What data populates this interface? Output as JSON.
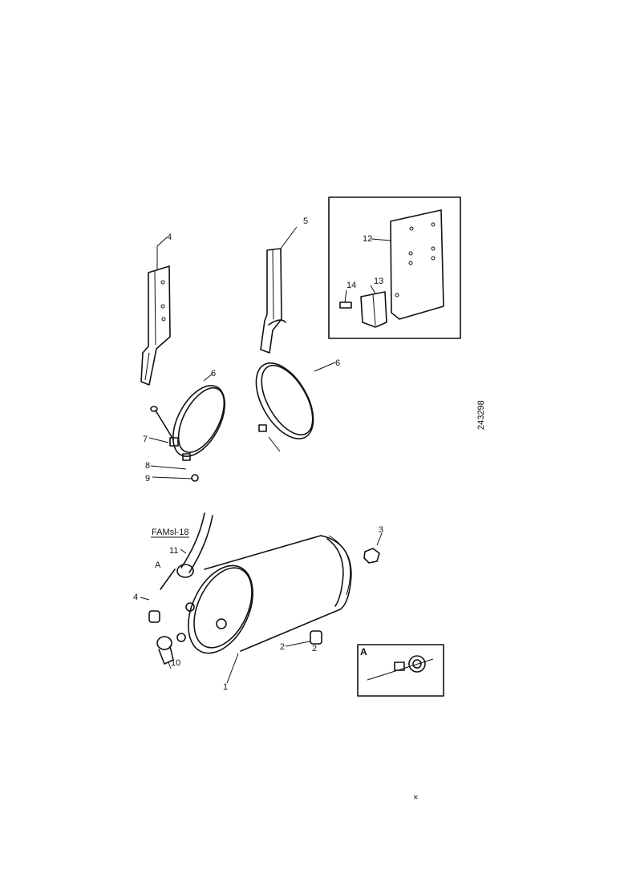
{
  "diagram": {
    "callouts": {
      "c1": "1",
      "c2": "2",
      "c3": "3",
      "c4": "4",
      "c5": "5",
      "c6a": "6",
      "c6b": "6",
      "c7": "7",
      "c8": "8",
      "c9": "9",
      "c10": "10",
      "c11": "11",
      "c12": "12",
      "c13": "13",
      "c14": "14",
      "c2b": "2",
      "c4b": "4",
      "cA": "A"
    },
    "part_ref": "FAMsl-18",
    "inset_label": "A",
    "drawing_code": "243298",
    "corner_mark": "×"
  }
}
